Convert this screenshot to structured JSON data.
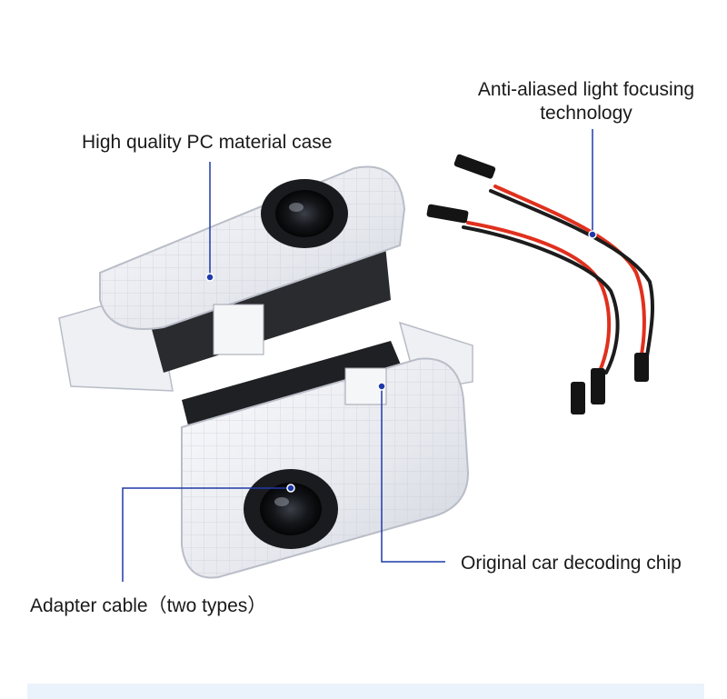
{
  "colors": {
    "background": "#ffffff",
    "leader_line": "#1f3aa8",
    "footer_band": "#eaf3fb",
    "wire_red": "#e0301e",
    "wire_black": "#1c1c1c"
  },
  "callouts": {
    "case": "High quality PC material case",
    "lens_line1": "Anti-aliased light focusing",
    "lens_line2": "technology",
    "chip": "Original car decoding chip",
    "adapter": "Adapter cable（two types）"
  }
}
